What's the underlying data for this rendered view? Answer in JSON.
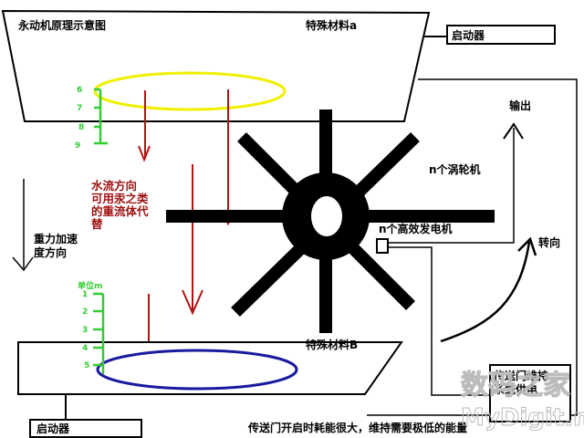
{
  "diagram": {
    "title": "永动机原理示意图",
    "material_a": "特殊材料a",
    "material_b": "特殊材料B",
    "starter_top": "启动器",
    "starter_bottom": "启动器",
    "output": "输出",
    "turn": "转向",
    "turbines": "n个涡轮机",
    "generators": "n个高效发电机",
    "portal_power": [
      "传送门维持",
      "系统供电"
    ],
    "water_flow": [
      "水流方向",
      "可用汞之类",
      "的重流体代",
      "替"
    ],
    "gravity": [
      "重力加速",
      "度方向"
    ],
    "unit_label": "单位m",
    "scale_top": [
      "6",
      "7",
      "8",
      "9"
    ],
    "scale_bottom": [
      "1",
      "2",
      "3",
      "4",
      "5"
    ],
    "footer_note": "传送门开启时耗能很大，维持需要极低的能量"
  },
  "watermark": [
    "数码之家",
    "MyDigit.net"
  ],
  "colors": {
    "yellow_portal": "#f0f000",
    "blue_portal": "#1a1aa0",
    "flow": "#b01515",
    "scale": "#33cc33"
  }
}
